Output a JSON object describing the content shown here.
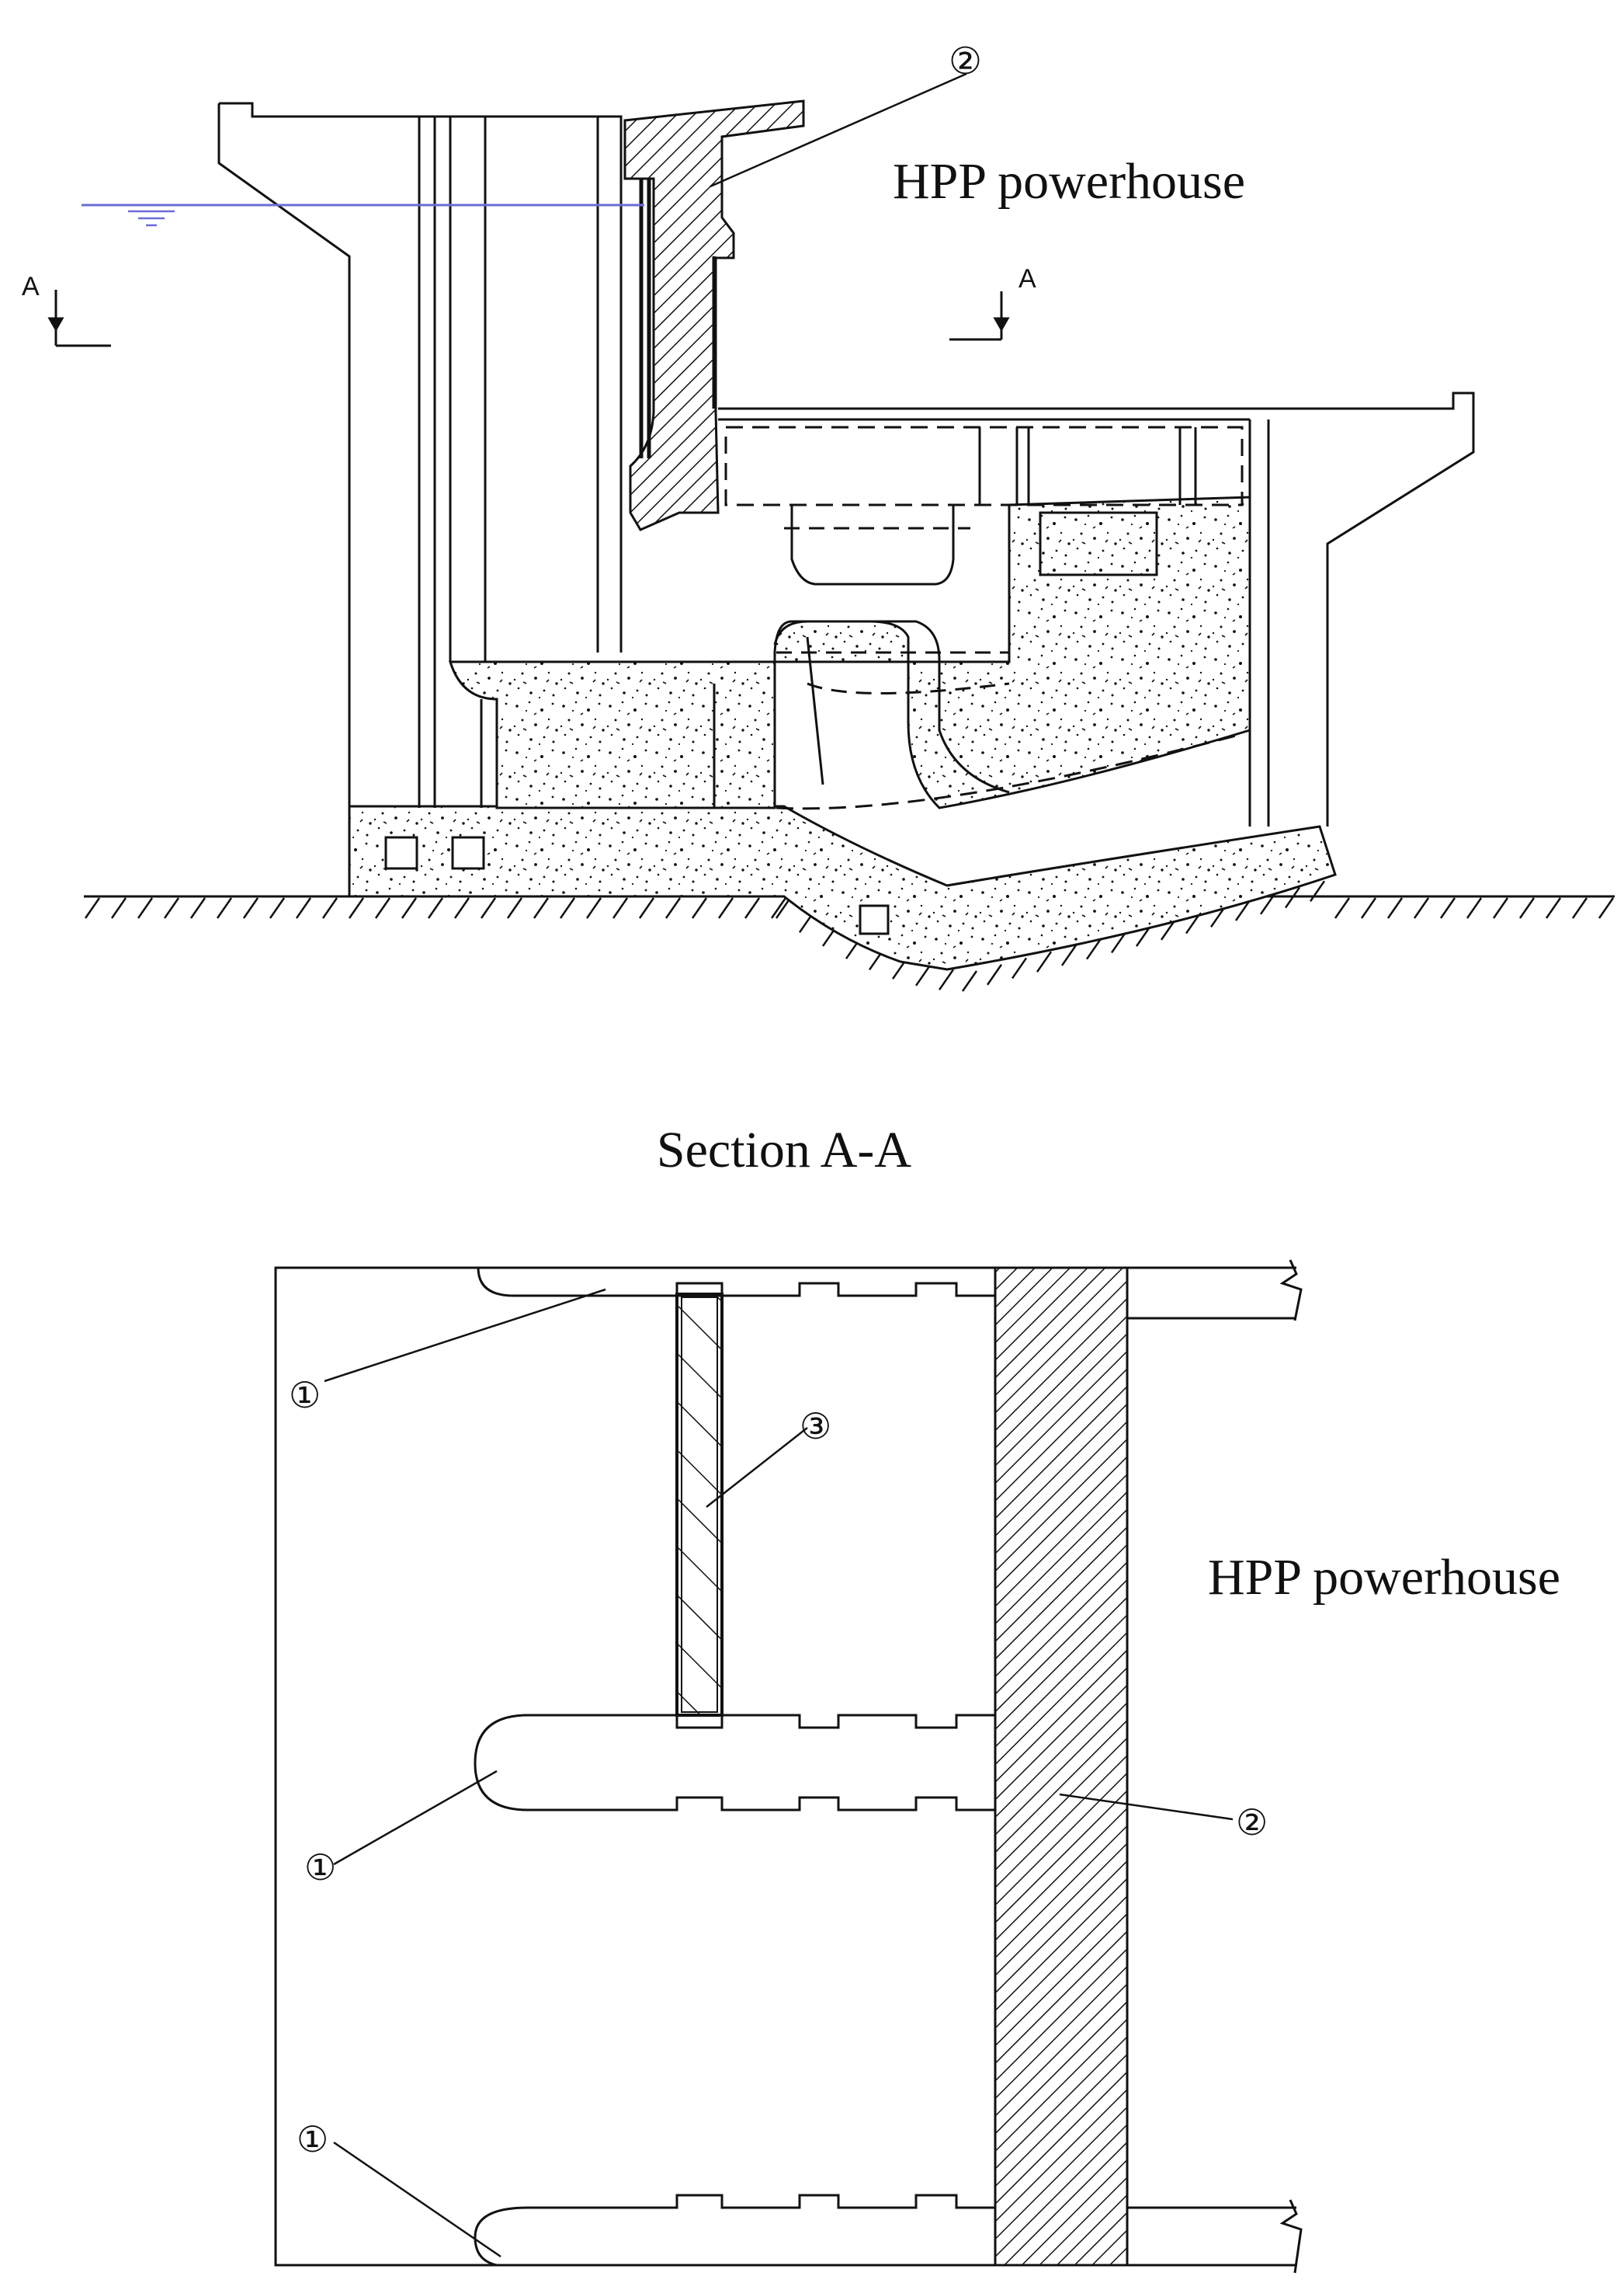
{
  "upper_view": {
    "title": "HPP powerhouse",
    "section_mark_left": "A",
    "section_mark_right": "A",
    "callout_2": "②"
  },
  "section_view": {
    "heading": "Section A-A",
    "title": "HPP powerhouse",
    "callout_1_top": "①",
    "callout_1_middle": "①",
    "callout_1_bottom": "①",
    "callout_2": "②",
    "callout_3": "③"
  },
  "colors": {
    "line": "#111111",
    "water_line": "#6c6cd8",
    "background": "#ffffff"
  }
}
